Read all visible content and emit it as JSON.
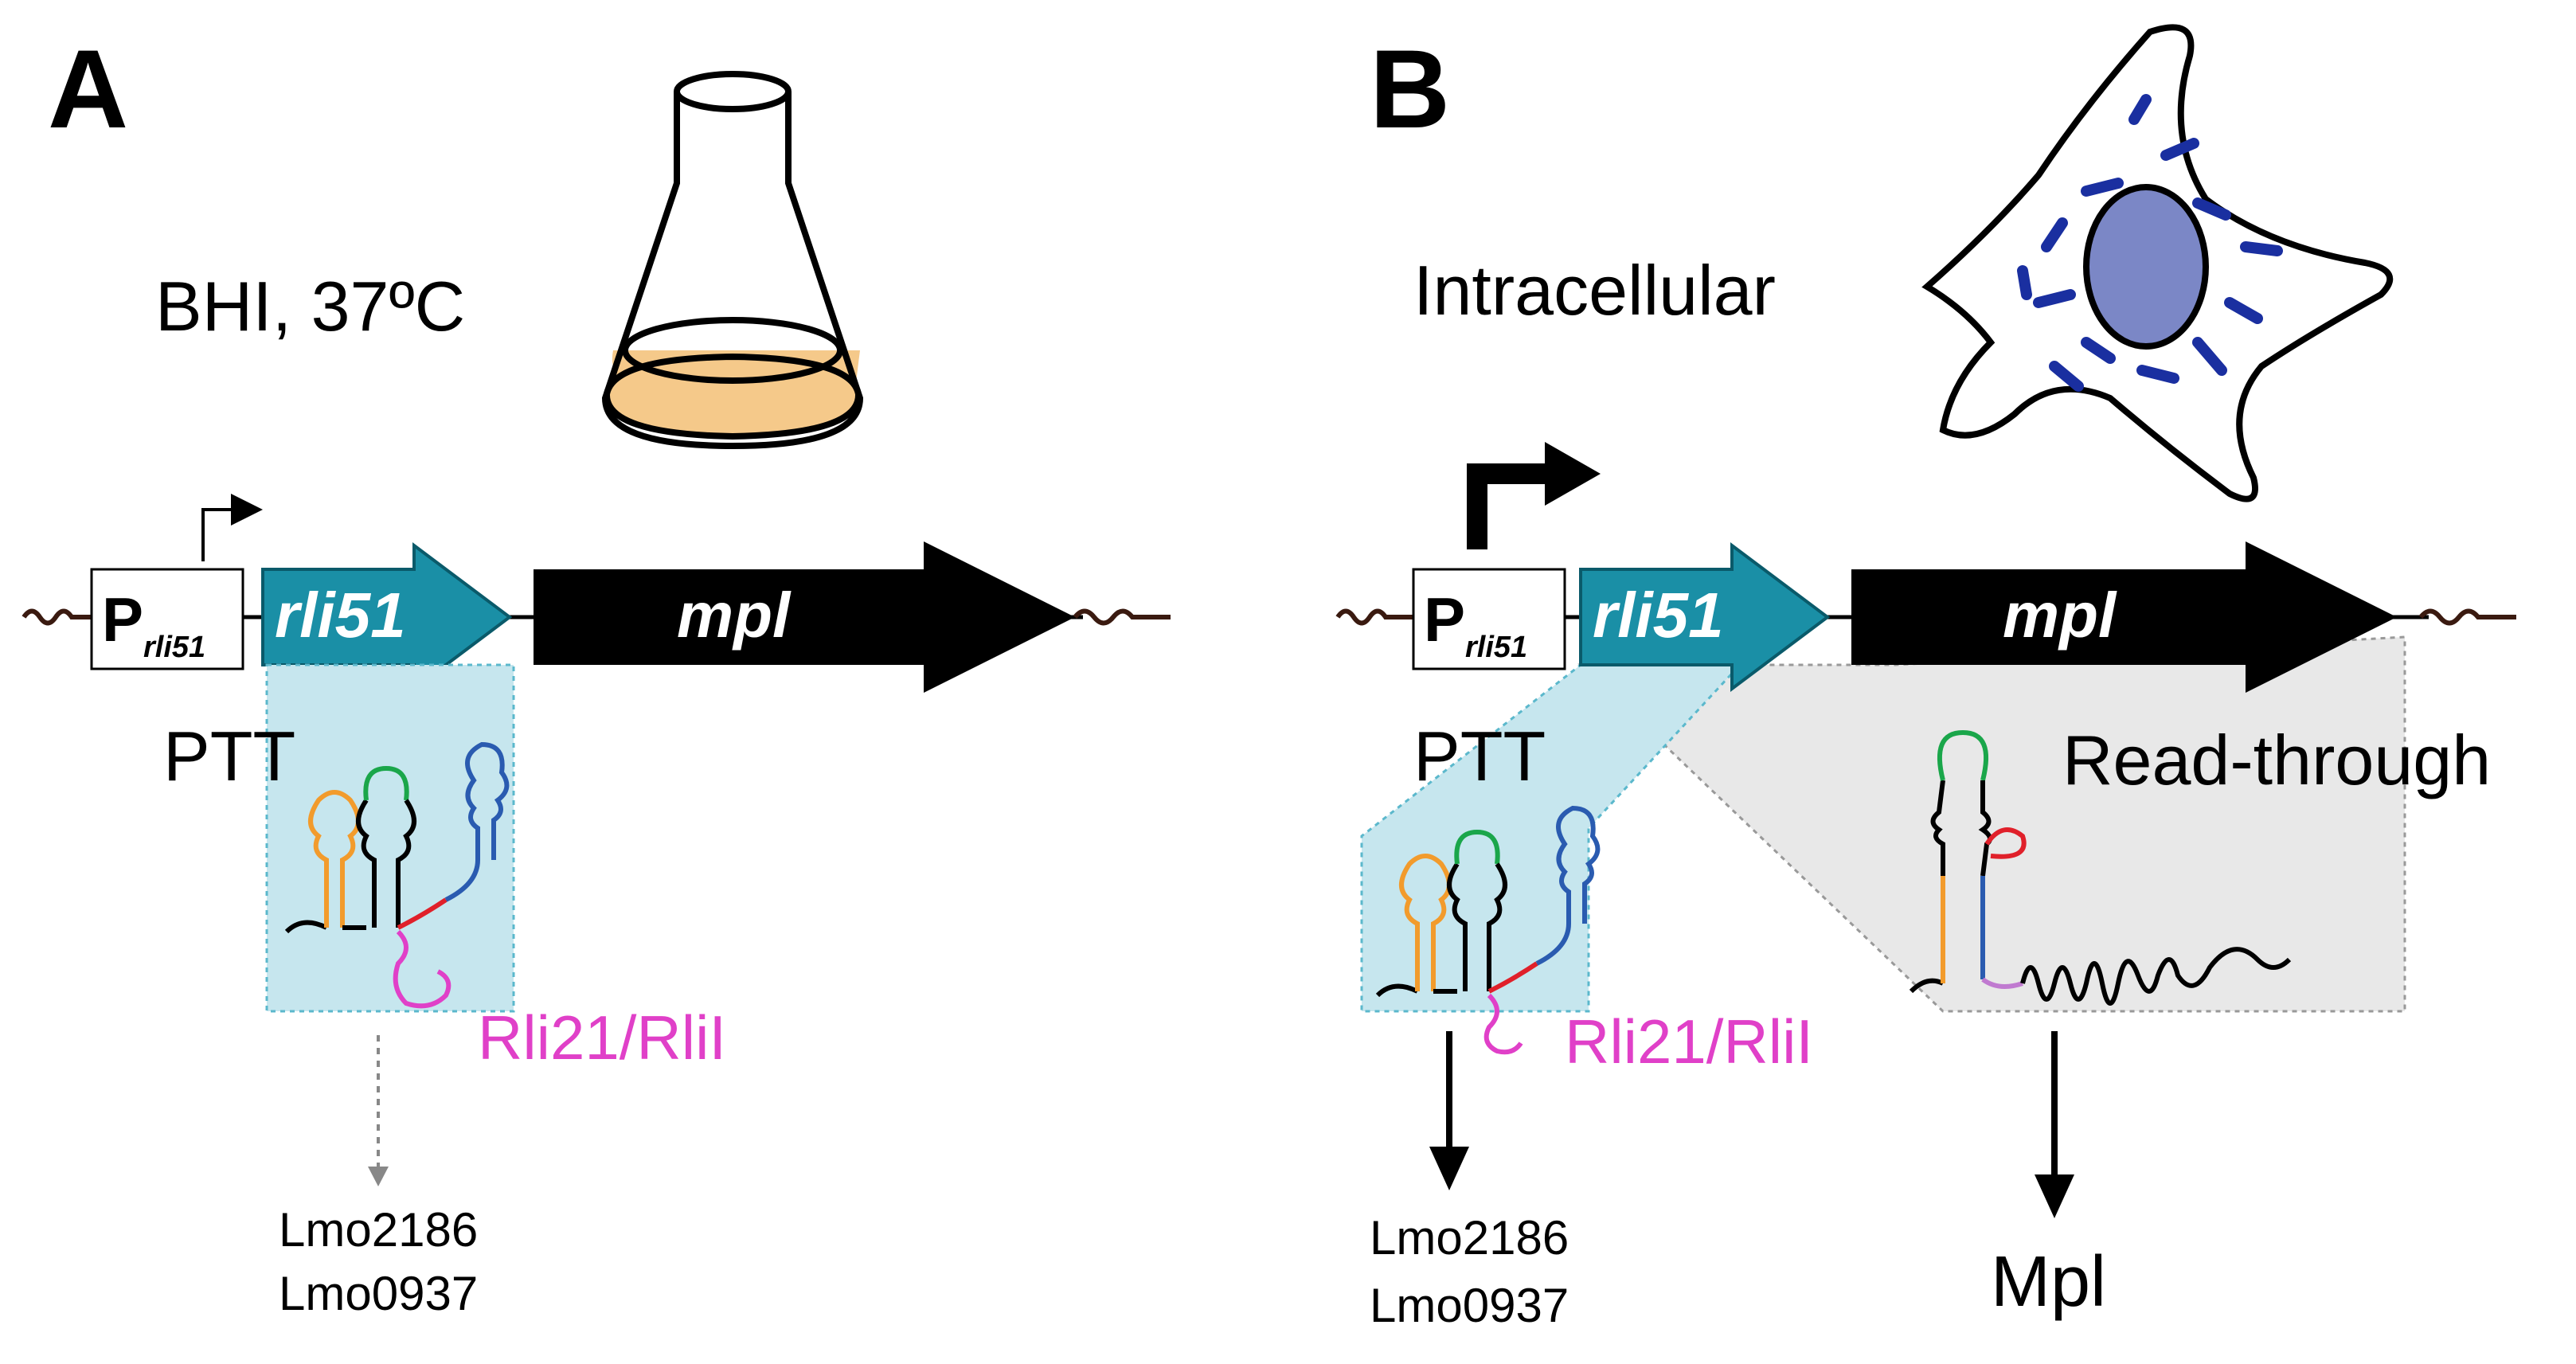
{
  "panelA": {
    "label": "A",
    "condition": "BHI, 37ºC",
    "promoter": {
      "main": "P",
      "sub": "rli51"
    },
    "gene1": "rli51",
    "gene2": "mpl",
    "ptt_label": "PTT",
    "srna_label": "Rli21/RliI",
    "targets": [
      "Lmo2186",
      "Lmo0937"
    ]
  },
  "panelB": {
    "label": "B",
    "condition": "Intracellular",
    "promoter": {
      "main": "P",
      "sub": "rli51"
    },
    "gene1": "rli51",
    "gene2": "mpl",
    "ptt_label": "PTT",
    "readthrough_label": "Read-through",
    "srna_label": "Rli21/RliI",
    "targets": [
      "Lmo2186",
      "Lmo0937"
    ],
    "product": "Mpl"
  },
  "colors": {
    "teal_gene": "#1a8fa6",
    "black_gene": "#000000",
    "ptt_box": "#c6e6ee",
    "readthrough_box": "#e8e8e8",
    "magenta_text": "#e040c8",
    "orange_hairpin": "#f29b2c",
    "green_hairpin": "#1aa64a",
    "blue_hairpin": "#2a5bb0",
    "red_segment": "#e0202a",
    "nucleus": "#7b87c6",
    "bacteria": "#1a2fa0",
    "medium": "#f5c98a"
  }
}
